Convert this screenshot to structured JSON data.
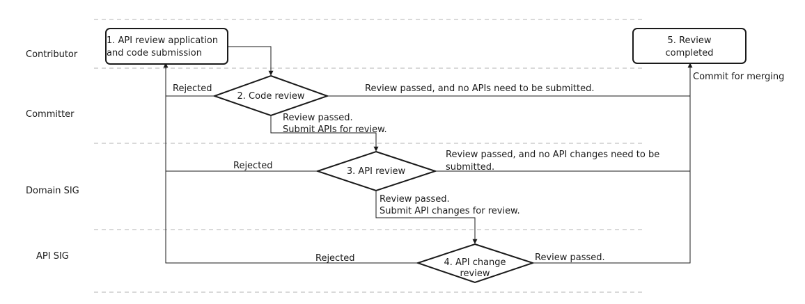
{
  "lanes": [
    "Contributor",
    "Committer",
    "Domain SIG",
    "API SIG"
  ],
  "nodes": {
    "n1": [
      "1. API review application",
      "and code submission"
    ],
    "n2": [
      "2. Code review"
    ],
    "n3": [
      "3. API review"
    ],
    "n4": [
      "4. API change",
      "review"
    ],
    "n5": [
      "5. Review",
      "completed"
    ]
  },
  "edges": {
    "e2_rejected": "Rejected",
    "e2_pass_no_api": "Review passed, and no APIs need to be submitted.",
    "e2_pass_api": [
      "Review passed.",
      "Submit APIs for review."
    ],
    "e3_rejected": "Rejected",
    "e3_pass_no_change": [
      "Review passed, and no API changes need to be",
      "submitted."
    ],
    "e3_pass_change": [
      "Review passed.",
      "Submit API changes for review."
    ],
    "e4_rejected": "Rejected",
    "e4_pass": "Review passed.",
    "e_merge": "Commit for merging"
  }
}
